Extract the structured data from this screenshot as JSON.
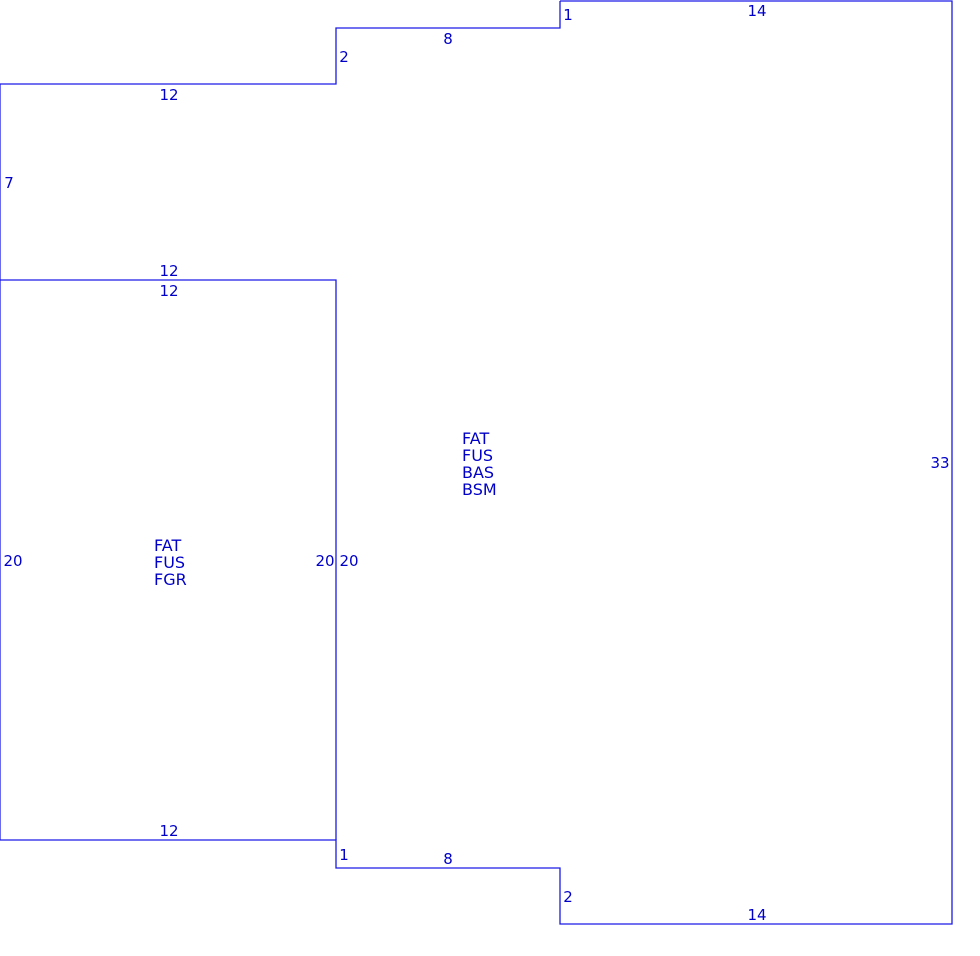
{
  "sketch": {
    "stroke_color": "#1a1ae6",
    "text_color": "#0000c8",
    "dimensions": {
      "main_top_right": "14",
      "main_step_top_1": "1",
      "main_top_mid": "8",
      "main_step_top_2": "2",
      "upper_left_top": "12",
      "upper_left_side": "7",
      "shared_wall_top": "12",
      "garage_top": "12",
      "garage_left": "20",
      "garage_right": "20",
      "main_left": "20",
      "main_right": "33",
      "garage_bottom": "12",
      "main_step_bottom_1": "1",
      "main_bottom_mid": "8",
      "main_step_bottom_2": "2",
      "main_bottom_right": "14"
    },
    "areas": {
      "main": [
        "FAT",
        "FUS",
        "BAS",
        "BSM"
      ],
      "garage": [
        "FAT",
        "FUS",
        "FGR"
      ]
    }
  }
}
